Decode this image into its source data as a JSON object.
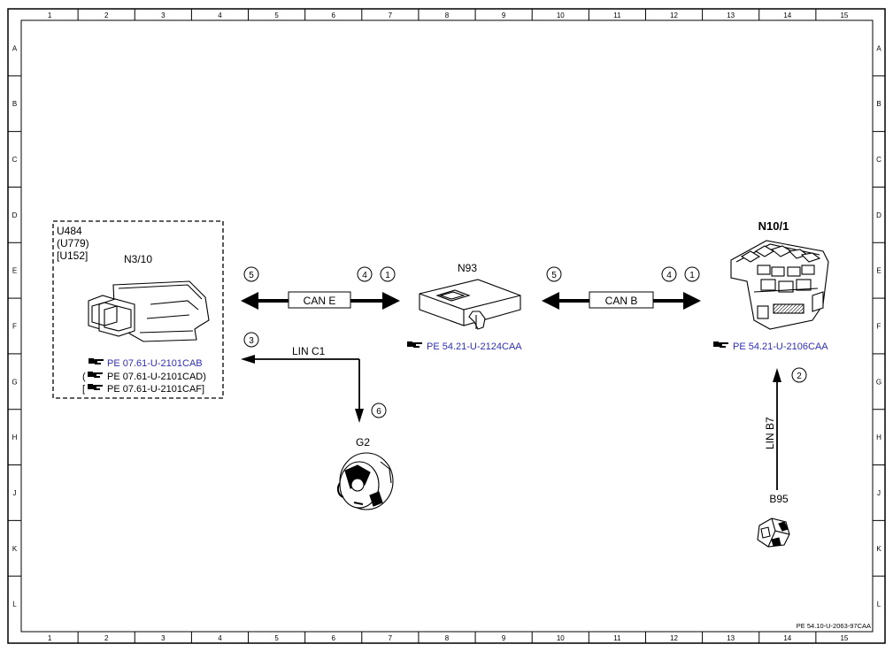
{
  "frame": {
    "columns": [
      "1",
      "2",
      "3",
      "4",
      "5",
      "6",
      "7",
      "8",
      "9",
      "10",
      "11",
      "12",
      "13",
      "14",
      "15"
    ],
    "rows": [
      "A",
      "B",
      "C",
      "D",
      "E",
      "F",
      "G",
      "H",
      "J",
      "K",
      "L"
    ]
  },
  "document_id": "PE 54.10-U-2063-97CAA",
  "components": {
    "n3_10": {
      "variant_codes": [
        "U484",
        "(U779)",
        "[U152]"
      ],
      "name": "N3/10",
      "refs": [
        {
          "prefix": "",
          "text": "PE 07.61-U-2101CAB",
          "suffix": "",
          "color": "#2f2fb8"
        },
        {
          "prefix": "(",
          "text": "PE 07.61-U-2101CAD",
          "suffix": ")",
          "color": "#000000"
        },
        {
          "prefix": "[",
          "text": "PE 07.61-U-2101CAF",
          "suffix": "]",
          "color": "#000000"
        }
      ]
    },
    "n93": {
      "name": "N93",
      "ref": "PE 54.21-U-2124CAA"
    },
    "n10_1": {
      "name": "N10/1",
      "ref": "PE 54.21-U-2106CAA"
    },
    "g2": {
      "name": "G2"
    },
    "b95": {
      "name": "B95"
    }
  },
  "buses": {
    "can_e": "CAN E",
    "can_b": "CAN B",
    "lin_c1": "LIN C1",
    "lin_b7": "LIN B7"
  },
  "callouts": {
    "c5_left": "5",
    "c4_left": "4",
    "c1_left": "1",
    "c5_right": "5",
    "c4_right": "4",
    "c1_right": "1",
    "c3": "3",
    "c6": "6",
    "c2": "2"
  },
  "icons": {
    "reference": "pointing-hand-icon"
  }
}
